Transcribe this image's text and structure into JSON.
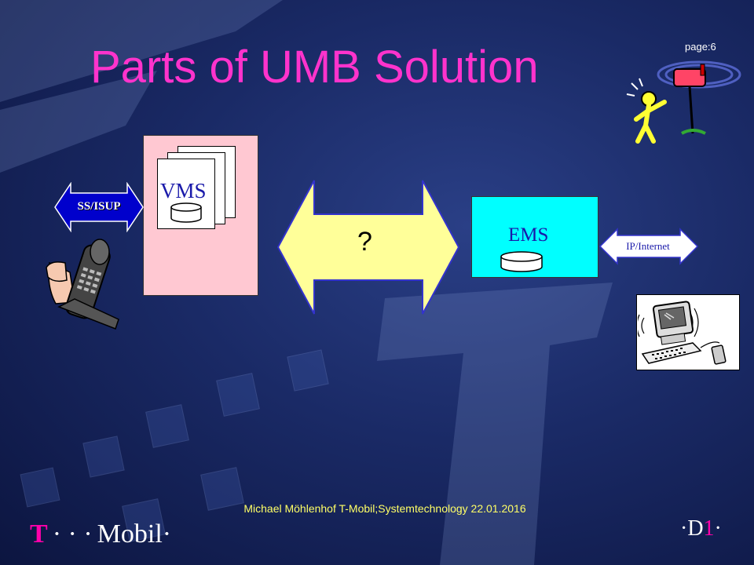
{
  "slide": {
    "title": "Parts of UMB Solution",
    "page": "page:6",
    "footer": "Michael Möhlenhof T-Mobil;Systemtechnology 22.01.2016"
  },
  "diagram": {
    "vms": {
      "label": "VMS"
    },
    "ems": {
      "label": "EMS"
    },
    "interface": {
      "label": "?"
    },
    "ss_isup": {
      "label": "SS/ISUP"
    },
    "ip_internet": {
      "label": "IP/Internet"
    }
  },
  "branding": {
    "logo_t": "T",
    "logo_dots": "· · ·",
    "logo_mobil": "Mobil",
    "logo_end": "·",
    "d1_prefix": "·D",
    "d1_one": "1",
    "d1_suffix": "·"
  },
  "colors": {
    "title": "#ff33cc",
    "vms_box": "#ffc8d2",
    "ems_box": "#00ffff",
    "arrow_fill": "#ffff99",
    "arrow_small": "#0000cc",
    "footer": "#ffff66",
    "brand_magenta": "#ff00aa"
  },
  "icons": {
    "phone": "handheld-phone-icon",
    "mailbox": "mailbox-man-icon",
    "computer": "desktop-computer-icon",
    "database": "database-cylinder-icon"
  }
}
